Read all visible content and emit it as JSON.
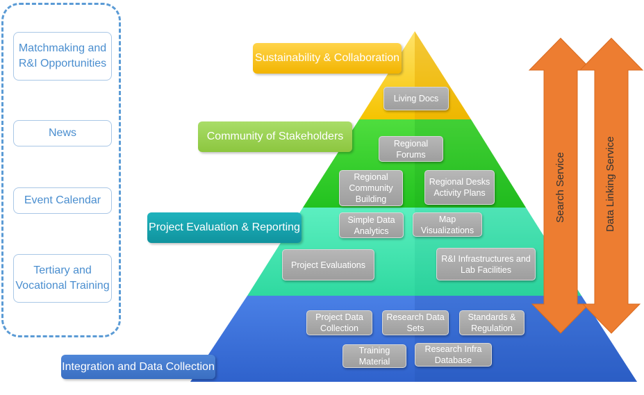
{
  "sidebar": {
    "items": [
      {
        "label": "Matchmaking and R&I Opportunities"
      },
      {
        "label": "News"
      },
      {
        "label": "Event Calendar"
      },
      {
        "label": "Tertiary and Vocational Training"
      }
    ]
  },
  "pyramid": {
    "levels": {
      "sustainability": {
        "label": "Sustainability & Collaboration",
        "color": "#f2b400"
      },
      "community": {
        "label": "Community of Stakeholders",
        "color": "#2ed12e"
      },
      "project": {
        "label": "Project Evaluation & Reporting",
        "color": "#3be3a8"
      },
      "integration": {
        "label": "Integration and Data Collection",
        "color": "#3a6fd8"
      }
    },
    "services": {
      "living_docs": "Living Docs",
      "regional_forums": "Regional Forums",
      "regional_community_building": "Regional Community Building",
      "regional_desks": "Regional Desks Activity Plans",
      "simple_data_analytics": "Simple Data Analytics",
      "map_visualizations": "Map Visualizations",
      "project_evaluations": "Project Evaluations",
      "ri_infrastructures": "R&I Infrastructures and Lab Facilities",
      "project_data_collection": "Project Data Collection",
      "research_data_sets": "Research Data Sets",
      "standards_regulation": "Standards & Regulation",
      "training_material": "Training Material",
      "research_infra_database": "Research Infra Database"
    }
  },
  "arrows": {
    "search_service": "Search Service",
    "data_linking_service": "Data Linking Service",
    "color": "#ed7d31"
  }
}
